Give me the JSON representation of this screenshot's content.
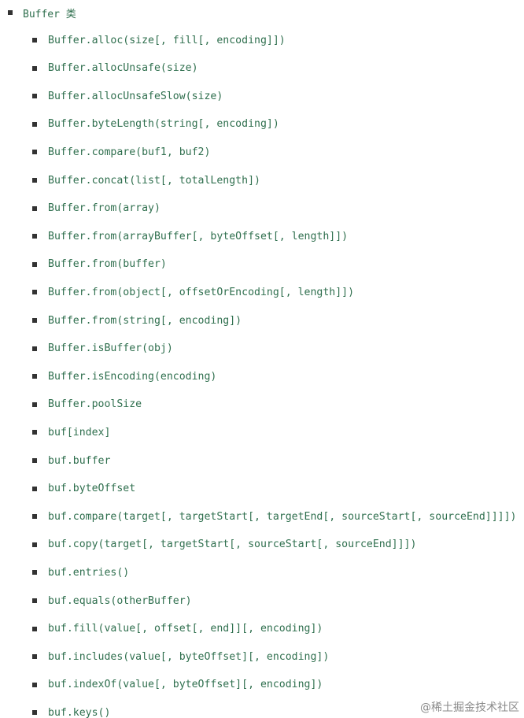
{
  "section": {
    "heading": "Buffer 类"
  },
  "items": [
    "Buffer.alloc(size[, fill[, encoding]])",
    "Buffer.allocUnsafe(size)",
    "Buffer.allocUnsafeSlow(size)",
    "Buffer.byteLength(string[, encoding])",
    "Buffer.compare(buf1, buf2)",
    "Buffer.concat(list[, totalLength])",
    "Buffer.from(array)",
    "Buffer.from(arrayBuffer[, byteOffset[, length]])",
    "Buffer.from(buffer)",
    "Buffer.from(object[, offsetOrEncoding[, length]])",
    "Buffer.from(string[, encoding])",
    "Buffer.isBuffer(obj)",
    "Buffer.isEncoding(encoding)",
    "Buffer.poolSize",
    "buf[index]",
    "buf.buffer",
    "buf.byteOffset",
    "buf.compare(target[, targetStart[, targetEnd[, sourceStart[, sourceEnd]]]])",
    "buf.copy(target[, targetStart[, sourceStart[, sourceEnd]]])",
    "buf.entries()",
    "buf.equals(otherBuffer)",
    "buf.fill(value[, offset[, end]][, encoding])",
    "buf.includes(value[, byteOffset][, encoding])",
    "buf.indexOf(value[, byteOffset][, encoding])",
    "buf.keys()"
  ],
  "watermark": "@稀土掘金技术社区",
  "colors": {
    "link_text": "#2f6f4e",
    "bullet": "#333333",
    "watermark": "#8a8a8a"
  }
}
